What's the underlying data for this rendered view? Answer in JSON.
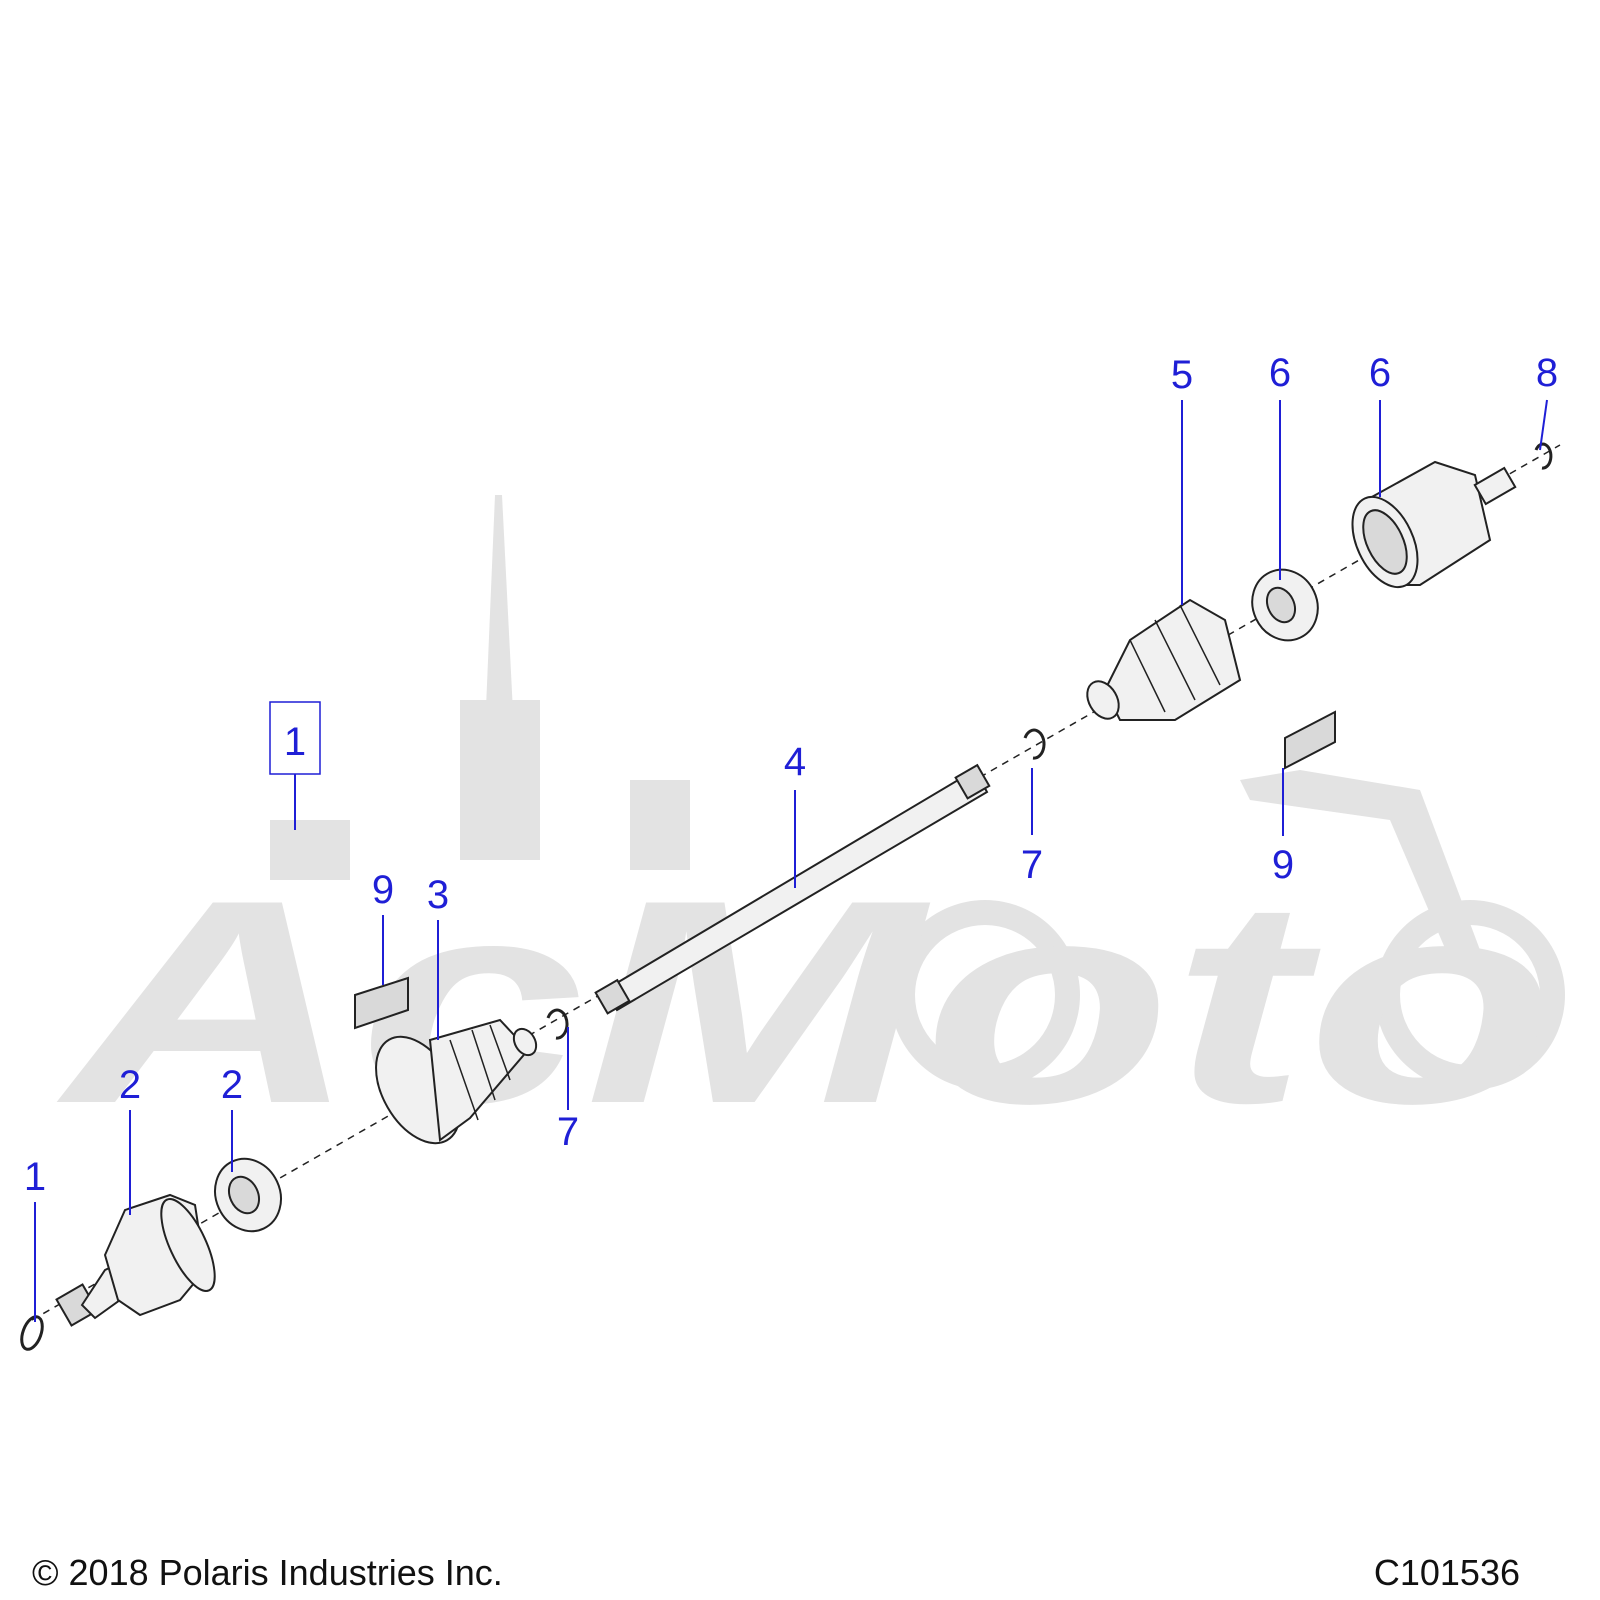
{
  "callouts": [
    {
      "id": "c-1-boxed",
      "label": "1"
    },
    {
      "id": "c-1",
      "label": "1"
    },
    {
      "id": "c-2a",
      "label": "2"
    },
    {
      "id": "c-2b",
      "label": "2"
    },
    {
      "id": "c-3",
      "label": "3"
    },
    {
      "id": "c-4",
      "label": "4"
    },
    {
      "id": "c-5",
      "label": "5"
    },
    {
      "id": "c-6a",
      "label": "6"
    },
    {
      "id": "c-6b",
      "label": "6"
    },
    {
      "id": "c-7a",
      "label": "7"
    },
    {
      "id": "c-7b",
      "label": "7"
    },
    {
      "id": "c-8",
      "label": "8"
    },
    {
      "id": "c-9a",
      "label": "9"
    },
    {
      "id": "c-9b",
      "label": "9"
    }
  ],
  "footer": {
    "copyright": "© 2018 Polaris Industries Inc.",
    "diagram_id": "C101536"
  },
  "watermark": {
    "text": "AcMoto"
  },
  "colors": {
    "callout": "#1f1fd6",
    "watermark": "#e3e3e3",
    "part_stroke": "#222222"
  }
}
